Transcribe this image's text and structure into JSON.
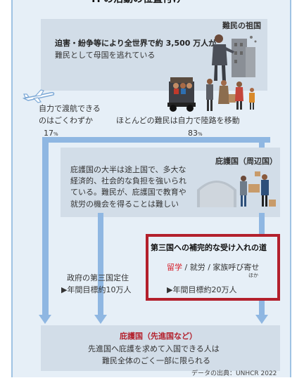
{
  "title_partial": "TFの活動の位置付け",
  "origin": {
    "heading": "難民の祖国",
    "line1": "迫害・紛争等により全世界で約 3,500 万人が",
    "line2": "難民として母国を逃れている"
  },
  "routes": {
    "air_line1": "自力で渡航できる",
    "air_line2": "のはごくわずか",
    "air_pct": "17",
    "air_unit": "%",
    "land_line": "ほとんどの難民は自力で陸路を移動",
    "land_pct": "83",
    "land_unit": "%"
  },
  "neighbor": {
    "heading": "庇護国（周辺国）",
    "line1": "庇護国の大半は途上国で、多大な",
    "line2": "経済的、社会的な負担を強いられ",
    "line3": "ている。難民が、庇護国で教育や",
    "line4": "就労の機会を得ることは難しい"
  },
  "resettlement": {
    "line1": "政府の第三国定住",
    "line2": "▶年間目標約10万人"
  },
  "complementary": {
    "heading": "第三国への補完的な受け入れの道",
    "highlight": "留学",
    "rest": " / 就労 / 家族呼び寄せ",
    "note": "ほか",
    "target": "▶年間目標約20万人"
  },
  "developed": {
    "heading": "庇護国（先進国など）",
    "line1": "先進国へ庇護を求めて入国できる人は",
    "line2": "難民全体のごく一部に限られる"
  },
  "source": "データの出典：UNHCR 2022",
  "colors": {
    "panel": "#e6eff7",
    "box": "#d2dde8",
    "arrow": "#8fb7e2",
    "accent_red": "#b3202c",
    "highlight_red": "#d5202c"
  }
}
